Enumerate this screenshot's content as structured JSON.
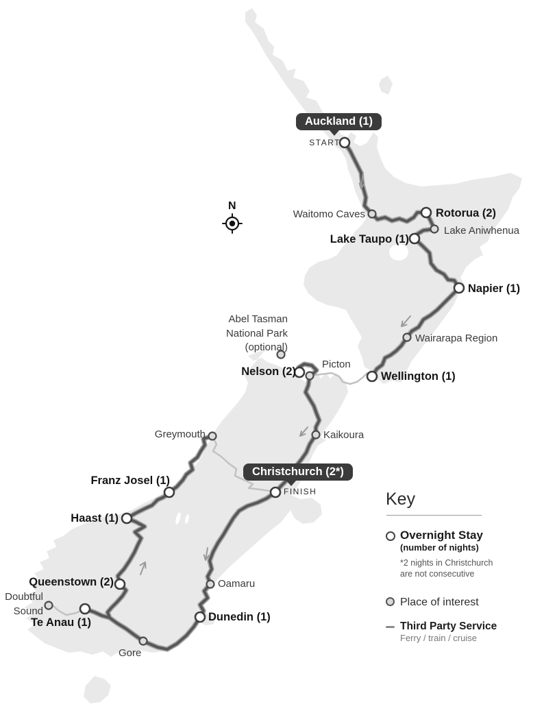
{
  "page": {
    "description": "New Zealand guided tour route map"
  },
  "compass": {
    "label": "N"
  },
  "route": {
    "start_label": "START",
    "finish_label": "FINISH",
    "start_tooltip": "Auckland (1)",
    "finish_tooltip": "Christchurch (2*)"
  },
  "labels": {
    "rotorua": "Rotorua (2)",
    "lake_taupo": "Lake Taupo (1)",
    "napier": "Napier (1)",
    "wellington": "Wellington (1)",
    "nelson": "Nelson (2)",
    "franz_josel": "Franz Josel (1)",
    "haast": "Haast (1)",
    "queenstown": "Queenstown (2)",
    "te_anau": "Te Anau (1)",
    "dunedin": "Dunedin (1)",
    "waitomo_caves": "Waitomo Caves",
    "lake_aniwhenua": "Lake Aniwhenua",
    "wairarapa": "Wairarapa Region",
    "picton": "Picton",
    "abel_tasman": "Abel Tasman\nNational Park\n(optional)",
    "kaikoura": "Kaikoura",
    "greymouth": "Greymouth",
    "doubtful_sound": "Doubtful\nSound",
    "gore": "Gore",
    "oamaru": "Oamaru"
  },
  "key": {
    "title": "Key",
    "overnight_label": "Overnight Stay",
    "overnight_sublabel": "(number of nights)",
    "overnight_note": "*2 nights in Christchurch\nare not consecutive",
    "poi_label": "Place of interest",
    "third_party_label": "Third Party Service",
    "third_party_sublabel": "Ferry / train / cruise"
  },
  "colors": {
    "land": "#e9e9e9",
    "route_core": "#575757",
    "route_casing": "#a8a8a8",
    "third_party": "#c2c2c2",
    "tooltip_bg": "#3b3b3b",
    "marker_overnight_fill": "#ffffff",
    "marker_poi_fill": "#dcdcdc",
    "marker_stroke": "#3d3d3d",
    "arrow": "#9a9a9a"
  }
}
